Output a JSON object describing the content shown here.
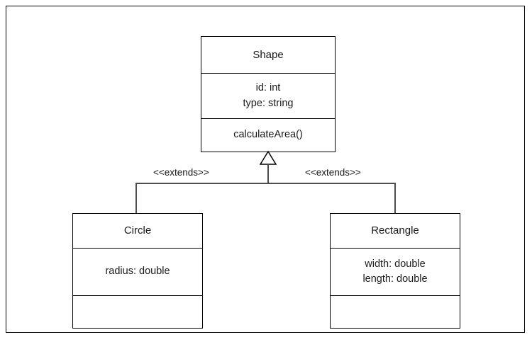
{
  "diagram": {
    "type": "uml-class-diagram",
    "background_color": "#ffffff",
    "line_color": "#000000",
    "connector_color": "#4d4d4d",
    "text_color": "#1a1a1a",
    "classes": [
      {
        "id": "shape",
        "name": "Shape",
        "attributes": [
          "id: int",
          "type: string"
        ],
        "methods": [
          "calculateArea()"
        ]
      },
      {
        "id": "circle",
        "name": "Circle",
        "attributes": [
          "radius: double"
        ],
        "methods": []
      },
      {
        "id": "rectangle",
        "name": "Rectangle",
        "attributes": [
          "width: double",
          "length: double"
        ],
        "methods": []
      }
    ],
    "relationships": [
      {
        "from": "Circle",
        "to": "Shape",
        "type": "generalization",
        "label": "<<extends>>"
      },
      {
        "from": "Rectangle",
        "to": "Shape",
        "type": "generalization",
        "label": "<<extends>>"
      }
    ]
  },
  "shape": {
    "name": "Shape",
    "attr_1": "id: int",
    "attr_2": "type: string",
    "method_1": "calculateArea()"
  },
  "circle": {
    "name": "Circle",
    "attr_1": "radius: double"
  },
  "rectangle": {
    "name": "Rectangle",
    "attr_1": "width: double",
    "attr_2": "length: double"
  },
  "labels": {
    "extends_left": "<<extends>>",
    "extends_right": "<<extends>>"
  }
}
